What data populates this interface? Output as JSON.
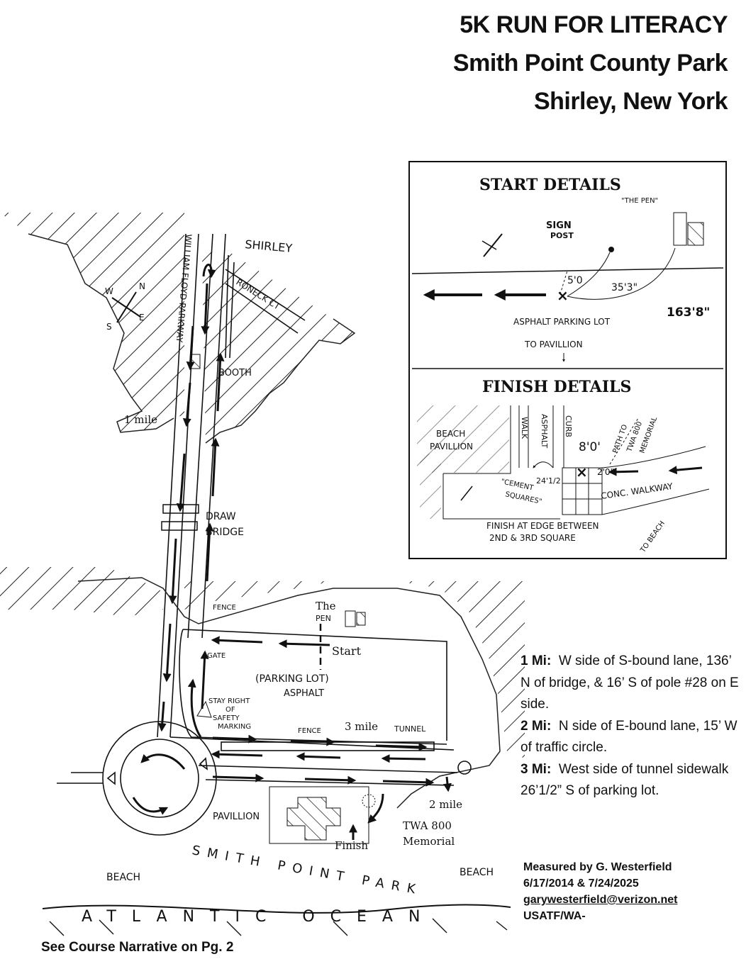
{
  "title": {
    "line1": "5K RUN FOR LITERACY",
    "line2": "Smith Point County Park",
    "line3": "Shirley, New York"
  },
  "map_labels": {
    "shirley": "SHIRLEY",
    "parkway": "WILLIAM FLOYD PARKWAY",
    "roneck": "RONECK CT",
    "booth": "BOOTH",
    "one_mile": "1 mile",
    "draw": "DRAW",
    "bridge": "BRIDGE",
    "fence_top": "FENCE",
    "the": "The",
    "pen": "PEN",
    "start": "Start",
    "gate": "GATE",
    "parking_lot": "(PARKING LOT)",
    "asphalt": "ASPHALT",
    "stay_right": "STAY RIGHT",
    "of": "OF",
    "safety": "SAFETY",
    "marking": "MARKING",
    "fence_bottom": "FENCE",
    "three_mile": "3 mile",
    "tunnel": "TUNNEL",
    "two_mile": "2 mile",
    "pavillion": "PAVILLION",
    "twa800": "TWA 800",
    "memorial": "Memorial",
    "finish": "Finish",
    "smith_point_park": "SMITH POINT PARK",
    "beach_left": "BEACH",
    "beach_right": "BEACH",
    "atlantic_ocean": "ATLANTIC OCEAN",
    "compass": {
      "n": "N",
      "e": "E",
      "s": "S",
      "w": "W"
    }
  },
  "start_details": {
    "heading": "START DETAILS",
    "the_pen": "\"THE PEN\"",
    "sign": "SIGN",
    "post": "POST",
    "d1": "5'0",
    "d2": "35'3\"",
    "d3": "163'8\"",
    "parking": "ASPHALT PARKING LOT",
    "to_pavillion": "TO PAVILLION"
  },
  "finish_details": {
    "heading": "FINISH DETAILS",
    "beach": "BEACH",
    "pavillion": "PAVILLION",
    "walk": "WALK",
    "asphalt": "ASPHALT",
    "curb": "CURB",
    "path": "PATH TO",
    "twa": "TWA 800",
    "memorial": "MEMORIAL",
    "d1": "8'0'",
    "d2": "2'0\"",
    "d3": "24'1/2",
    "cement": "\"CEMENT",
    "squares": "SQUARES\"",
    "conc": "CONC. WALKWAY",
    "finish_line1": "FINISH AT EDGE BETWEEN",
    "finish_line2": "2ND & 3RD SQUARE",
    "to_beach": "TO BEACH"
  },
  "mile_notes": [
    {
      "label": "1 Mi:",
      "text": "W side of S-bound lane, 136’ N of bridge, & 16’ S of pole #28 on E side."
    },
    {
      "label": "2 Mi:",
      "text": "N side of E-bound lane, 15’ W of traffic circle."
    },
    {
      "label": "3 Mi:",
      "text": "West side of tunnel sidewalk 26’1/2” S of parking lot."
    }
  ],
  "measured": {
    "by": "Measured by G. Westerfield",
    "dates": "6/17/2014 & 7/24/2025",
    "email": "garywesterfield@verizon.net",
    "cert": "USATF/WA-"
  },
  "narrative": "See Course Narrative on Pg. 2"
}
